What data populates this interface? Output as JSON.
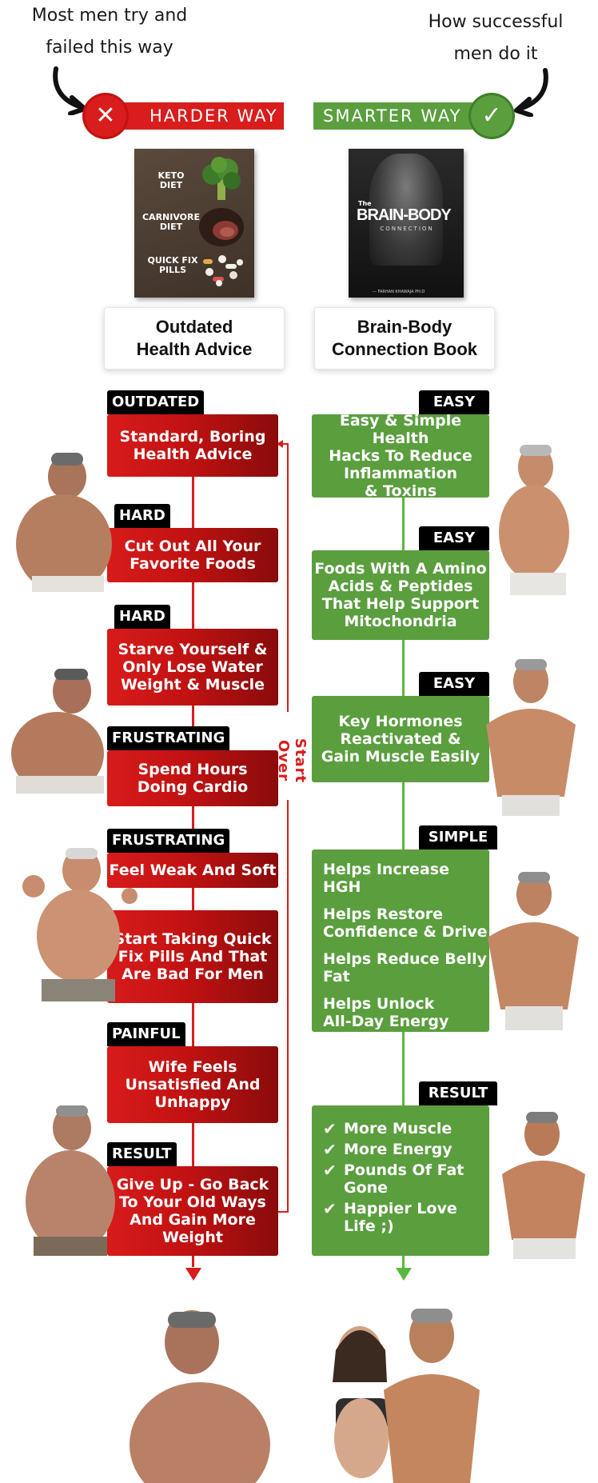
{
  "notes": {
    "left": "Most men try and\nfailed this way",
    "right": "How successful\nmen do it"
  },
  "ways": {
    "harder": "HARDER WAY",
    "smarter": "SMARTER WAY",
    "x_glyph": "✕",
    "check_glyph": "✓"
  },
  "book_left": {
    "items": [
      "KETO\nDIET",
      "CARNIVORE\nDIET",
      "QUICK FIX\nPILLS"
    ]
  },
  "book_right": {
    "the": "The",
    "title": "BRAIN-BODY",
    "subtitle": "CONNECTION",
    "author": "— FARHAN KHAWAJA PH.D"
  },
  "cards": {
    "left": "Outdated\nHealth Advice",
    "right": "Brain-Body\nConnection Book"
  },
  "harder_steps": [
    {
      "tag": "OUTDATED",
      "text": "Standard, Boring\nHealth Advice"
    },
    {
      "tag": "HARD",
      "text": "Cut Out All Your\nFavorite Foods"
    },
    {
      "tag": "HARD",
      "text": "Starve Yourself &\nOnly Lose Water\nWeight & Muscle"
    },
    {
      "tag": "FRUSTRATING",
      "text": "Spend Hours\nDoing Cardio"
    },
    {
      "tag": "FRUSTRATING",
      "text": "Feel Weak And Soft"
    },
    {
      "tag": "",
      "text": "Start Taking Quick\nFix Pills And That\nAre Bad For Men"
    },
    {
      "tag": "PAINFUL",
      "text": "Wife Feels\nUnsatisfied And\nUnhappy"
    },
    {
      "tag": "RESULT",
      "text": "Give Up - Go Back\nTo Your Old Ways\nAnd Gain More\nWeight"
    }
  ],
  "start_over": "Start Over",
  "smarter_steps": [
    {
      "tag": "EASY",
      "text": "Easy & Simple Health\nHacks To Reduce\nInflammation\n& Toxins"
    },
    {
      "tag": "EASY",
      "text": "Foods With A Amino\nAcids & Peptides\nThat Help Support\nMitochondria"
    },
    {
      "tag": "EASY",
      "text": "Key Hormones\nReactivated &\nGain Muscle Easily"
    }
  ],
  "simple": {
    "tag": "SIMPLE",
    "items": [
      "Helps Increase HGH",
      "Helps Restore\nConfidence & Drive",
      "Helps Reduce Belly\nFat",
      "Helps Unlock\nAll-Day Energy"
    ]
  },
  "result": {
    "tag": "RESULT",
    "items": [
      "More Muscle",
      "More Energy",
      "Pounds Of Fat\nGone",
      "Happier Love\nLife ;)"
    ]
  },
  "colors": {
    "red": "#d91c1c",
    "dark_red": "#8a0b0b",
    "green": "#5a9e3e",
    "black": "#000000"
  },
  "icons": [
    "x-icon",
    "check-circle-icon",
    "curved-arrow-icon",
    "arrow-down-icon",
    "checkmark-icon",
    "broccoli-icon",
    "steak-icon",
    "pills-icon"
  ]
}
